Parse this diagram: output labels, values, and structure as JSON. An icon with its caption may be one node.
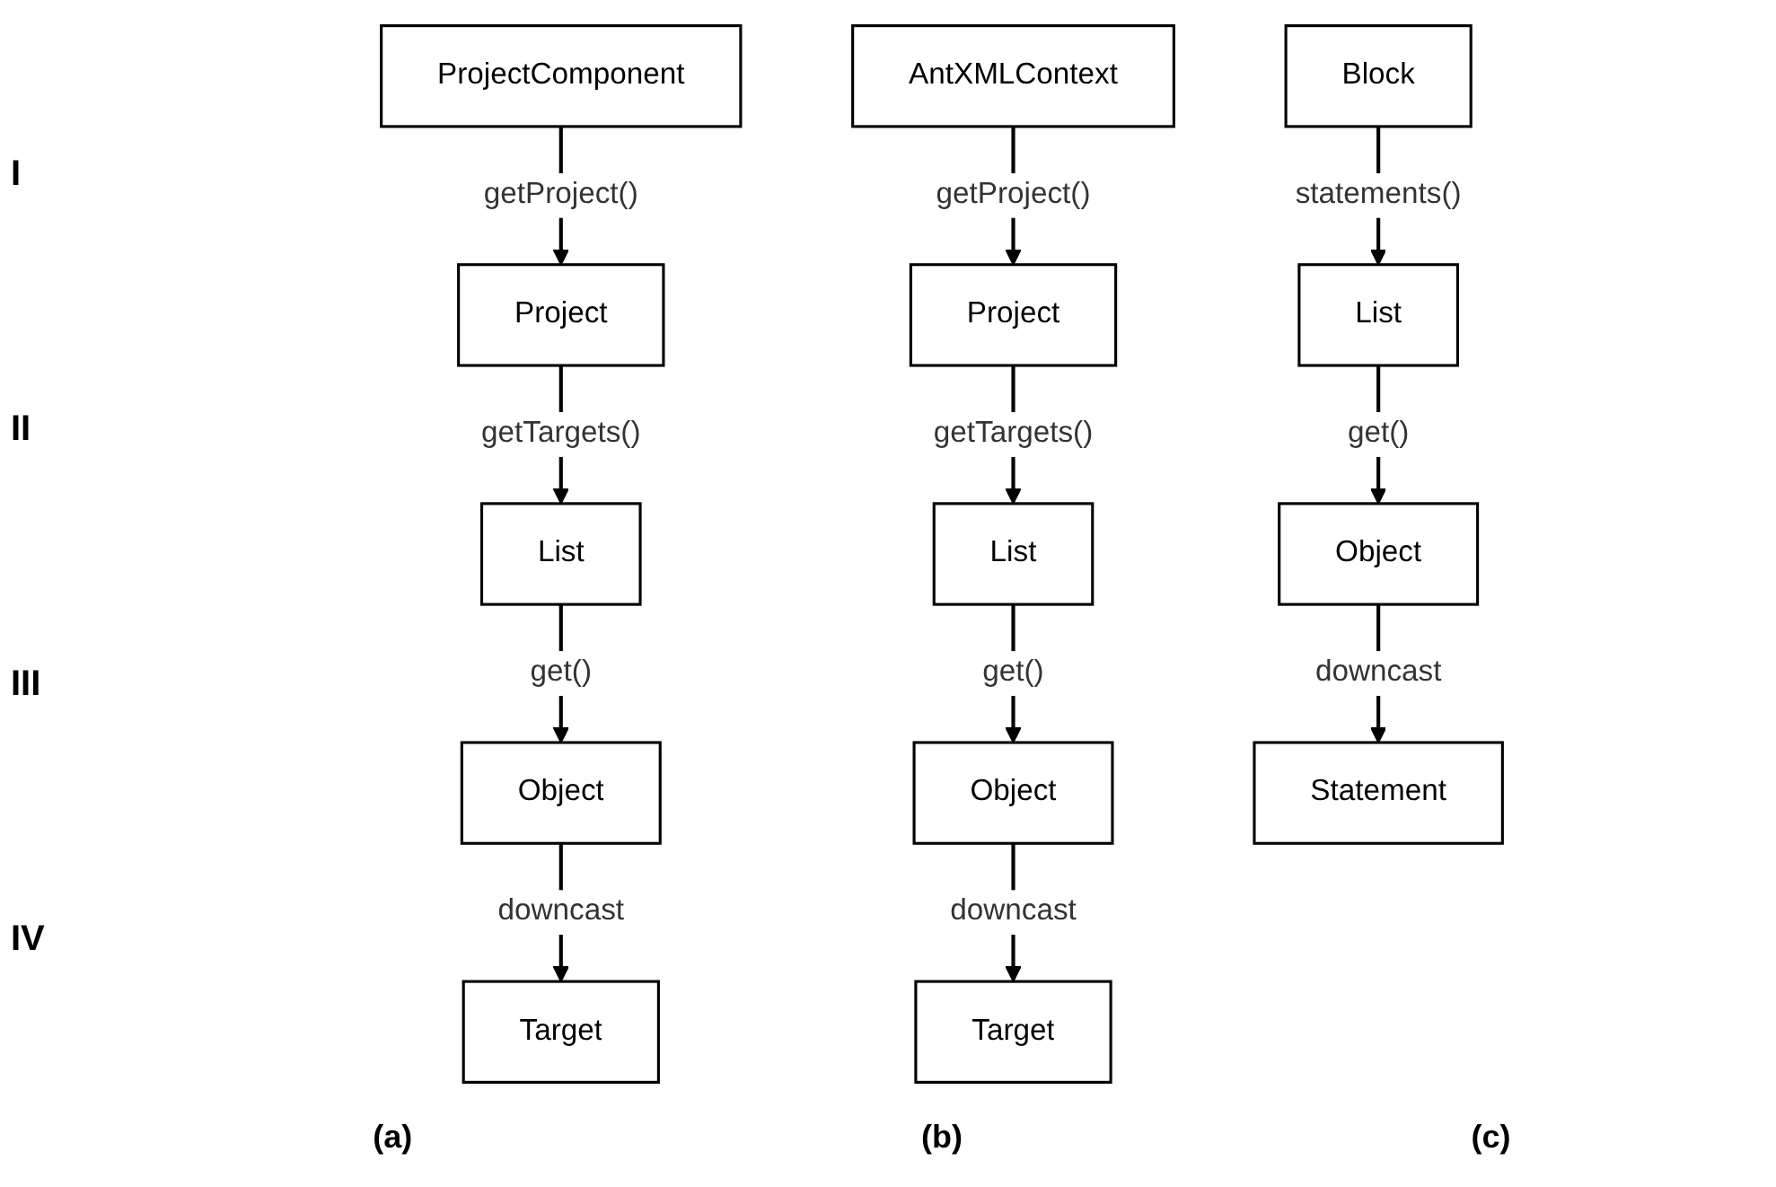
{
  "diagram": {
    "nodes": [
      {
        "text": [
          "ProjectComponent"
        ]
      },
      {
        "text": [
          "AntXMLContext"
        ]
      },
      {
        "text": [
          "Project"
        ]
      },
      {
        "text": [
          "Project"
        ]
      },
      {
        "text": [
          "Block"
        ]
      },
      {
        "text": [
          "List"
        ]
      },
      {
        "text": [
          "List"
        ]
      },
      {
        "text": [
          "List"
        ]
      },
      {
        "text": [
          "Object"
        ]
      },
      {
        "text": [
          "Object"
        ]
      },
      {
        "text": [
          "Object"
        ]
      },
      {
        "text": [
          "Target"
        ]
      },
      {
        "text": [
          "Target"
        ]
      },
      {
        "text": [
          "Statement"
        ]
      }
    ],
    "edges": [
      {
        "from": 0,
        "to": 2,
        "arrow": "to",
        "label": "getProject()"
      },
      {
        "from": 1,
        "to": 3,
        "arrow": "to",
        "label": "getProject()"
      },
      {
        "from": 2,
        "to": 5,
        "arrow": "to",
        "label": "getTargets()"
      },
      {
        "from": 3,
        "to": 6,
        "arrow": "to",
        "label": "getTargets()"
      },
      {
        "from": 4,
        "to": 7,
        "arrow": "to",
        "label": "statements()"
      },
      {
        "from": 5,
        "to": 8,
        "arrow": "to",
        "label": "get()"
      },
      {
        "from": 6,
        "to": 9,
        "arrow": "to",
        "label": "get()"
      },
      {
        "from": 7,
        "to": 10,
        "arrow": "to",
        "label": "get()"
      },
      {
        "from": 8,
        "to": 11,
        "arrow": "to",
        "label": "downcast"
      },
      {
        "from": 9,
        "to": 12,
        "arrow": "to",
        "label": "downcast"
      },
      {
        "from": 10,
        "to": 13,
        "arrow": "to",
        "label": "downcast"
      }
    ],
    "labels": [
      "I",
      "II",
      "III",
      "IV",
      "(a)",
      "(b)",
      "(c)"
    ]
  }
}
